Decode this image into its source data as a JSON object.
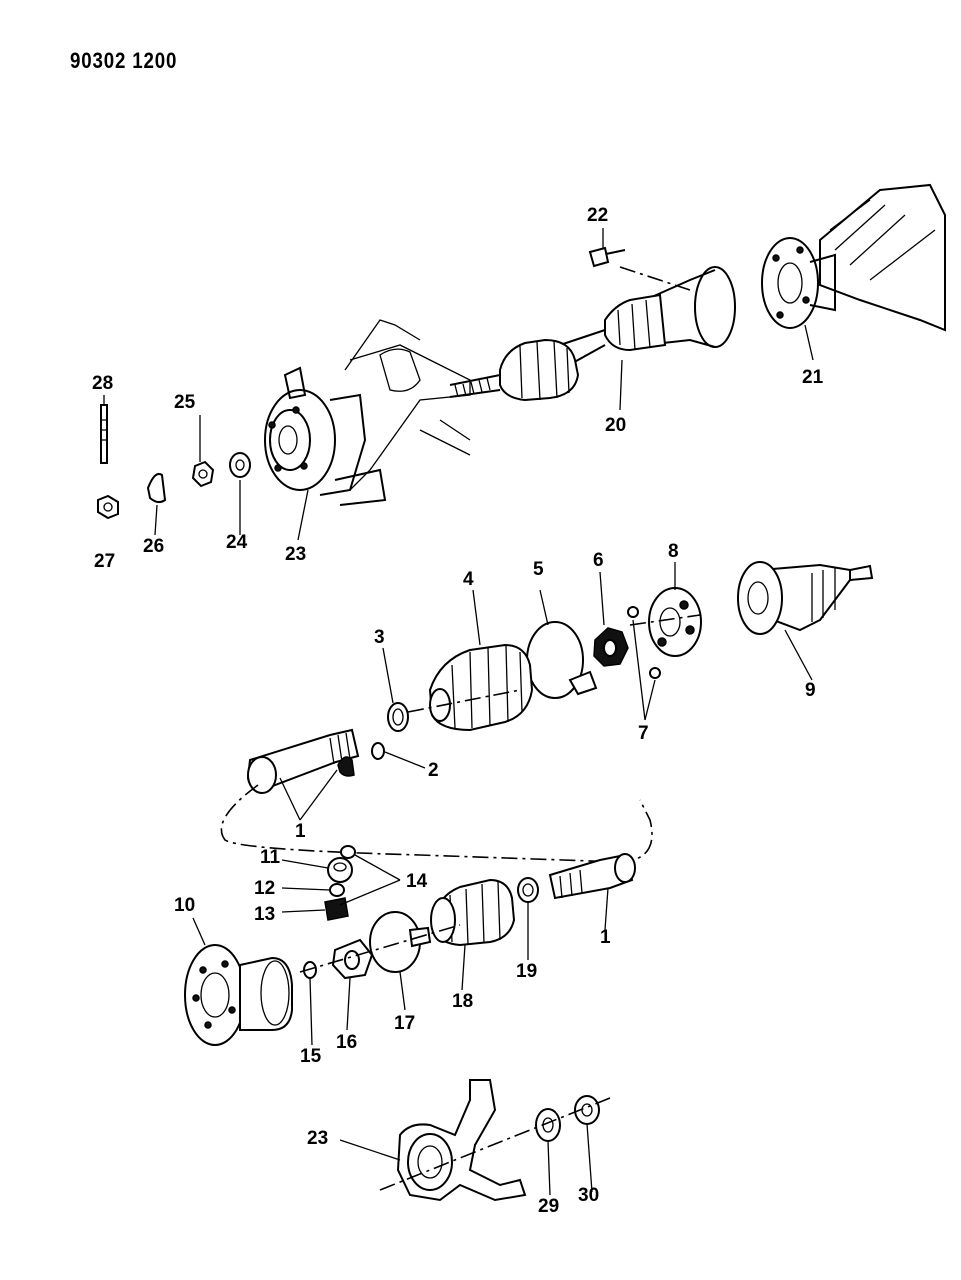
{
  "document": {
    "id": "90302 1200"
  },
  "diagram": {
    "labels": {
      "p1a": "1",
      "p1b": "1",
      "p2": "2",
      "p3": "3",
      "p4": "4",
      "p5": "5",
      "p6": "6",
      "p7": "7",
      "p8": "8",
      "p9": "9",
      "p10": "10",
      "p11": "11",
      "p12": "12",
      "p13": "13",
      "p14": "14",
      "p15": "15",
      "p16": "16",
      "p17": "17",
      "p18": "18",
      "p19": "19",
      "p20": "20",
      "p21": "21",
      "p22": "22",
      "p23a": "23",
      "p23b": "23",
      "p24": "24",
      "p25": "25",
      "p26": "26",
      "p27": "27",
      "p28": "28",
      "p29": "29",
      "p30": "30"
    }
  }
}
